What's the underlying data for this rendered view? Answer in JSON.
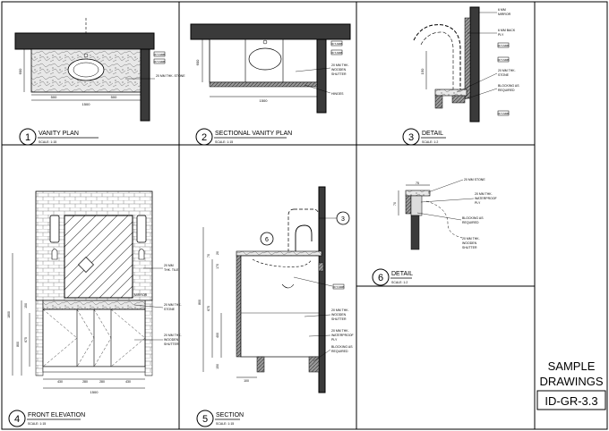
{
  "sheet": {
    "title_line1": "SAMPLE",
    "title_line2": "DRAWINGS",
    "sheet_number": "ID-GR-3.3"
  },
  "views": [
    {
      "number": "1",
      "title": "VANITY PLAN",
      "scale": "SCALE: 1:15"
    },
    {
      "number": "2",
      "title": "SECTIONAL VANITY PLAN",
      "scale": "SCALE: 1:15"
    },
    {
      "number": "3",
      "title": "DETAIL",
      "scale": "SCALE: 1:2"
    },
    {
      "number": "4",
      "title": "FRONT ELEVATION",
      "scale": "SCALE: 1:15"
    },
    {
      "number": "5",
      "title": "SECTION",
      "scale": "SCALE: 1:15"
    },
    {
      "number": "6",
      "title": "DETAIL",
      "scale": "SCALE: 1:2"
    }
  ],
  "notes": {
    "v1_stone": "20 MM THK. STONE",
    "v1_dim_total": "1500",
    "v1_dim_a": "500",
    "v1_dim_b": "500",
    "v1_dim_depth": "600",
    "v2_shutter_1": "20 MM THK.",
    "v2_shutter_2": "WOODEN",
    "v2_shutter_3": "SHUTTER",
    "v2_hinges": "HINGES",
    "v2_dim_total": "1500",
    "v2_dim_depth": "600",
    "v3_mirror_1": "6 MM",
    "v3_mirror_2": "MIRROR",
    "v3_backply_1": "6 MM BACK",
    "v3_backply_2": "PLY",
    "v3_stone_1": "20 MM THK.",
    "v3_stone_2": "STONE",
    "v3_blocking_1": "BLOCKING AS",
    "v3_blocking_2": "REQUIRED",
    "v3_dim": "150",
    "v4_tile_1": "20 MM",
    "v4_tile_2": "THK. TILE",
    "v4_mirror": "MIRROR",
    "v4_stone_1": "20 MM THK.",
    "v4_stone_2": "STONE",
    "v4_shutter_1": "20 MM THK.",
    "v4_shutter_2": "WOODEN",
    "v4_shutter_3": "SHUTTER",
    "v4_dim_total": "1500",
    "v4_dim_a": "430",
    "v4_dim_b": "280",
    "v4_dim_c": "280",
    "v4_dim_d": "430",
    "v4_dim_h1": "1800",
    "v4_dim_h2": "800",
    "v4_dim_h3": "675",
    "v4_dim_h4": "150",
    "v5_shutter_1": "20 MM THK.",
    "v5_shutter_2": "WOODEN",
    "v5_shutter_3": "SHUTTER",
    "v5_wp_1": "20 MM THK.",
    "v5_wp_2": "WATERPROOF",
    "v5_wp_3": "PLY",
    "v5_blocking_1": "BLOCKING AS",
    "v5_blocking_2": "REQUIRED",
    "v5_dim_a": "20",
    "v5_dim_b": "70",
    "v5_dim_c": "170",
    "v5_dim_d": "800",
    "v5_dim_e": "675",
    "v5_dim_f": "400",
    "v5_dim_g": "150",
    "v5_dim_h": "100",
    "v5_callout_a": "6",
    "v5_callout_b": "3",
    "v6_stone": "20 MM STONE",
    "v6_wp_1": "20 MM THK.",
    "v6_wp_2": "WATERPROOF",
    "v6_wp_3": "PLY",
    "v6_blocking_1": "BLOCKING AS",
    "v6_blocking_2": "REQUIRED",
    "v6_shutter_1": "20 MM THK.",
    "v6_shutter_2": "WOODEN",
    "v6_shutter_3": "SHUTTER",
    "v6_dim_a": "75",
    "v6_dim_b": "70",
    "tag_generic": "FFT-SMB"
  }
}
